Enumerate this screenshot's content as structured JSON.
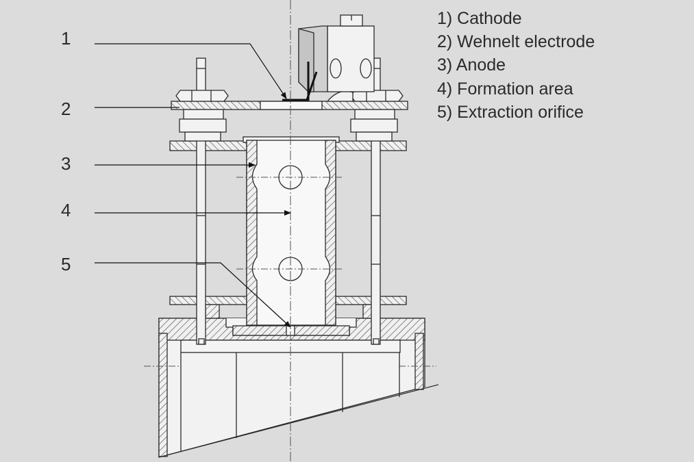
{
  "labels": [
    "1",
    "2",
    "3",
    "4",
    "5"
  ],
  "legend": [
    "1) Cathode",
    "2) Wehnelt electrode",
    "3) Anode",
    "4) Formation area",
    "5) Extraction orifice"
  ],
  "colors": {
    "background": "#dcdcdc",
    "part_fill": "#f2f2f2",
    "outline": "#2a2a2a",
    "hatch": "#444444",
    "cathode": "#111111"
  }
}
